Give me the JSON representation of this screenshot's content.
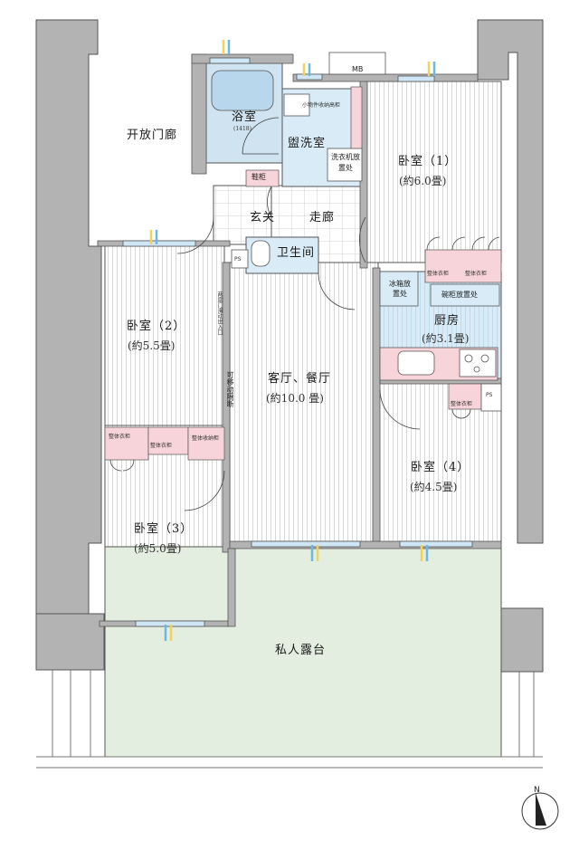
{
  "rooms": {
    "corridor_open": "开放门廊",
    "bath": "浴室",
    "bath_size": "(1418)",
    "washroom": "盥洗室",
    "bedroom1": "卧室（1）",
    "bedroom1_area": "(約6.0畳)",
    "entrance": "玄关",
    "hallway": "走廊",
    "toilet": "卫生间",
    "bedroom2": "卧室（2）",
    "bedroom2_area": "(約5.5畳)",
    "kitchen": "厨房",
    "kitchen_area": "(約3.1畳)",
    "living": "客厅、餐厅",
    "living_area": "(約10.0 畳)",
    "bedroom4": "卧室（4）",
    "bedroom4_area": "(約4.5畳)",
    "bedroom3": "卧室（3）",
    "bedroom3_area": "(約5.0畳)",
    "terrace": "私人露台"
  },
  "fixtures": {
    "mb": "MB",
    "small_storage": "小物件收纳高柜",
    "washer": "洗衣机放置处",
    "shoe": "鞋柜",
    "ps": "PS",
    "fridge": "冰箱放置处",
    "cupboard": "碗柜放置处",
    "closet": "整体衣柜",
    "storage": "整体收纳柜",
    "movable_partition": "可移动隔断",
    "sliding_door": "两扇门滑动出入口"
  },
  "compass": {
    "label": "N"
  },
  "colors": {
    "wall": "#b3b3b3",
    "wall_dark": "#9a9a9a",
    "bath_blue": "#cfe3f0",
    "kitchen_blue": "#d8ebf6",
    "closet_pink": "#f6d4da",
    "terrace_green": "#e3ede0",
    "window_blue": "#cfe6f7",
    "floor_line": "#c8c8c8",
    "accent_yellow": "#f2d35a",
    "accent_blue": "#6fb6e2"
  }
}
